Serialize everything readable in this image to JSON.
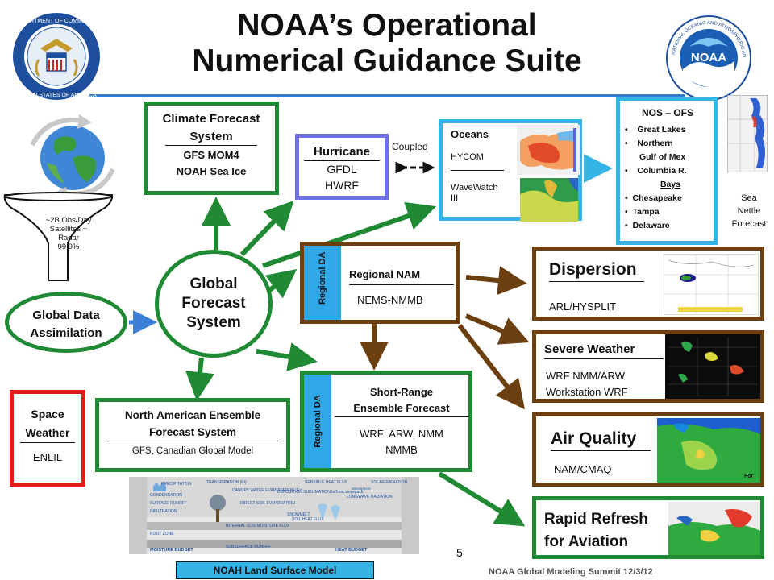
{
  "title": {
    "line1": "NOAA’s Operational",
    "line2": "Numerical Guidance Suite"
  },
  "logos": {
    "left_text": "DEPARTMENT OF COMMERCE · UNITED STATES OF AMERICA",
    "right_text": "NATIONAL OCEANIC AND ATMOSPHERIC ADMINISTRATION · U.S. DEPARTMENT OF COMMERCE",
    "noaa": "NOAA"
  },
  "funnel": {
    "line1": "~2B Obs/Day",
    "line2": "Satellites +",
    "line3": "Radar",
    "line4": "99.9%"
  },
  "gda": {
    "line1": "Global Data",
    "line2": "Assimilation"
  },
  "gfs": {
    "line1": "Global",
    "line2": "Forecast",
    "line3": "System"
  },
  "cfs": {
    "title1": "Climate Forecast",
    "title2": "System",
    "line1": "GFS  MOM4",
    "line2": "NOAH  Sea Ice"
  },
  "hurricane": {
    "title": "Hurricane",
    "line1": "GFDL",
    "line2": "HWRF"
  },
  "coupled": "Coupled",
  "oceans": {
    "title": "Oceans",
    "line1": "HYCOM",
    "line2": "WaveWatch",
    "line3": "III"
  },
  "nos": {
    "title": "NOS – OFS",
    "items": [
      "Great Lakes",
      "Northern",
      "Gulf of Mex",
      "Columbia R.",
      "Bays",
      "Chesapeake",
      "Tampa",
      "Delaware"
    ]
  },
  "sea_nettle": {
    "line1": "Sea",
    "line2": "Nettle",
    "line3": "Forecast"
  },
  "regional": {
    "side": "Regional DA",
    "title": "Regional  NAM",
    "line1": "NEMS-NMMB"
  },
  "dispersion": {
    "title": "Dispersion",
    "line1": "ARL/HYSPLIT"
  },
  "severe": {
    "title": "Severe Weather",
    "line1": "WRF NMM/ARW",
    "line2": "Workstation WRF"
  },
  "airq": {
    "title": "Air Quality",
    "line1": "NAM/CMAQ",
    "tag": "For"
  },
  "rapid": {
    "line1": "Rapid  Refresh",
    "line2": "for Aviation"
  },
  "space": {
    "line1": "Space",
    "line2": "Weather",
    "line3": "ENLIL"
  },
  "naefs": {
    "title1": "North American Ensemble",
    "title2": "Forecast System",
    "line1": "GFS, Canadian Global Model"
  },
  "sref": {
    "side": "Regional DA",
    "title1": "Short-Range",
    "title2": "Ensemble Forecast",
    "line1": "WRF: ARW, NMM",
    "line2": "NMMB"
  },
  "noah": {
    "label": "NOAH Land Surface Model"
  },
  "lsm": {
    "precipitation": "PRECIPITATION",
    "transpiration": "TRANSPIRATION (Et)",
    "condensation": "CONDENSATION",
    "canopy": "CANOPY WATER EVAPORATION (Ec)",
    "deposition": "DEPOSITION SUBLIMATION to/from snowpack",
    "direct_soil": "DIRECT SOIL EVAPORATION",
    "sensible": "SENSIBLE HEAT FLUX",
    "solar": "SOLAR RADIATION",
    "longwave": "LONGWAVE RADIATION",
    "surface_runoff": "SURFACE RUNOFF",
    "infiltration": "INFILTRATION",
    "snowmelt": "SNOWMELT",
    "soil_heat": "SOIL HEAT FLUX",
    "soil_moisture": "INTERNAL SOIL MOISTURE FLUX",
    "root_zone": "ROOT ZONE",
    "moisture_budget": "MOISTURE BUDGET",
    "heat_budget": "HEAT BUDGET",
    "subsurface": "SUBSURFACE RUNOFF",
    "atmosphere": "atmosphere"
  },
  "page_number": "5",
  "footer": "NOAA  Global Modeling Summit  12/3/12",
  "colors": {
    "green": "#1f8a33",
    "brown": "#6b3f10",
    "cyan": "#35b4e6",
    "purple": "#6f6fe8",
    "red": "#e01b1b",
    "blue_arrow": "#3b7fd6"
  }
}
